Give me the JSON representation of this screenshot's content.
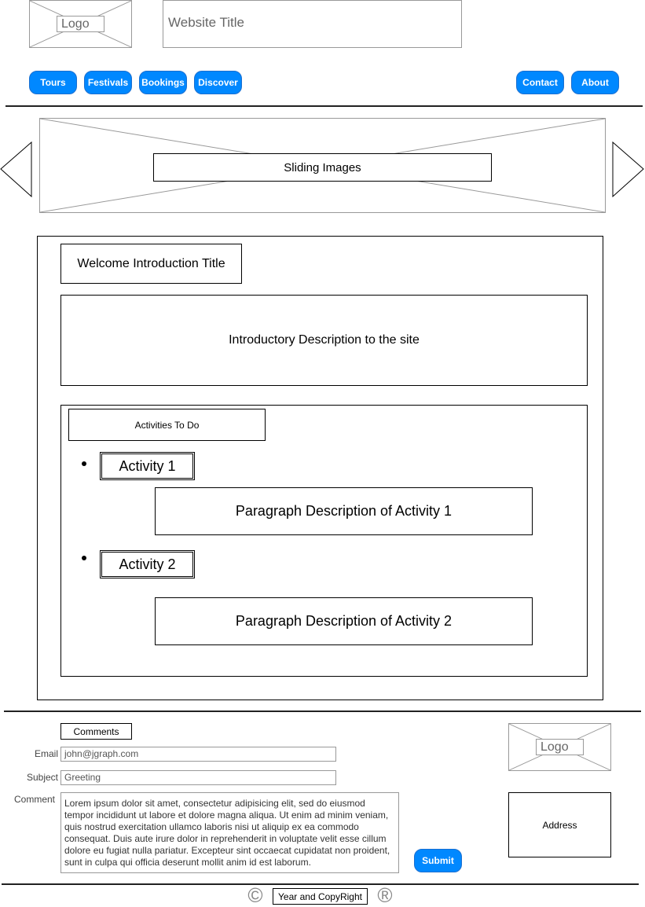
{
  "header": {
    "logo_label": "Logo",
    "site_title": "Website Title"
  },
  "nav": {
    "left_items": [
      {
        "label": "Tours"
      },
      {
        "label": "Festivals"
      },
      {
        "label": "Bookings"
      },
      {
        "label": "Discover"
      }
    ],
    "right_items": [
      {
        "label": "Contact"
      },
      {
        "label": "About"
      }
    ]
  },
  "slider": {
    "label": "Sliding Images"
  },
  "main": {
    "welcome_title": "Welcome Introduction Title",
    "intro_description": "Introductory Description to the site",
    "activities": {
      "heading": "Activities To Do",
      "items": [
        {
          "title": "Activity 1",
          "description": "Paragraph Description of Activity 1"
        },
        {
          "title": "Activity 2",
          "description": "Paragraph Description of Activity 2"
        }
      ]
    }
  },
  "footer": {
    "comments_heading": "Comments",
    "form": {
      "email_label": "Email",
      "email_value": "john@jgraph.com",
      "subject_label": "Subject",
      "subject_value": "Greeting",
      "comment_label": "Comment",
      "comment_value": "Lorem ipsum dolor sit amet, consectetur adipisicing elit, sed do eiusmod tempor incididunt ut labore et dolore magna aliqua. Ut enim ad minim veniam, quis nostrud exercitation ullamco laboris nisi ut aliquip ex ea commodo consequat. Duis aute irure dolor in reprehenderit in voluptate velit esse cillum dolore eu fugiat nulla pariatur. Excepteur sint occaecat cupidatat non proident, sunt in culpa qui officia deserunt mollit anim id est laborum.",
      "submit_label": "Submit"
    },
    "logo_label": "Logo",
    "address_label": "Address",
    "copyright_text": "Year and CopyRight",
    "copyright_symbol": "©",
    "registered_symbol": "®"
  },
  "colors": {
    "button_blue": "#0088ff",
    "placeholder_gray": "#999999"
  }
}
